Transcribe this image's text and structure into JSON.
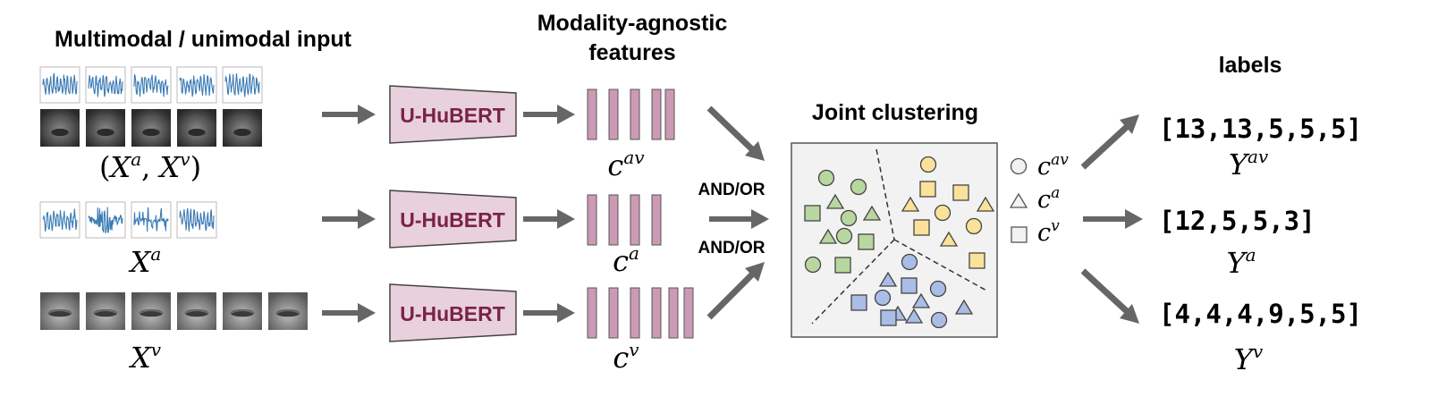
{
  "titles": {
    "input": "Multimodal / unimodal input",
    "features_line1": "Modality-agnostic",
    "features_line2": "features",
    "clustering": "Joint clustering",
    "labels": "labels"
  },
  "encoder_label": "U-HuBERT",
  "connector_label": "AND/OR",
  "input_math": {
    "av": {
      "open": "(",
      "X1": "X",
      "s1": "a",
      "comma": ", ",
      "X2": "X",
      "s2": "v",
      "close": ")"
    },
    "a": {
      "X": "X",
      "sup": "a"
    },
    "v": {
      "X": "X",
      "sup": "v"
    }
  },
  "feature_math": {
    "av": {
      "c": "c",
      "sup": "av"
    },
    "a": {
      "c": "c",
      "sup": "a"
    },
    "v": {
      "c": "c",
      "sup": "v"
    }
  },
  "legend": [
    {
      "shape": "circle",
      "c": "c",
      "sup": "av"
    },
    {
      "shape": "triangle",
      "c": "c",
      "sup": "a"
    },
    {
      "shape": "square",
      "c": "c",
      "sup": "v"
    }
  ],
  "outputs": [
    {
      "sequence": "[13,13,5,5,5]",
      "Y": "Y",
      "sup": "av"
    },
    {
      "sequence": "[12,5,5,3]",
      "Y": "Y",
      "sup": "a"
    },
    {
      "sequence": "[4,4,4,9,5,5]",
      "Y": "Y",
      "sup": "v"
    }
  ],
  "colors": {
    "encoder_fill": "#e8d0dc",
    "encoder_text": "#7a2248",
    "feature_bar": "#cc9ab4",
    "arrow": "#666666",
    "cluster_green": "#b8d7a0",
    "cluster_yellow": "#fbe29a",
    "cluster_blue": "#a9bde6",
    "waveform": "#3b7bb5"
  }
}
